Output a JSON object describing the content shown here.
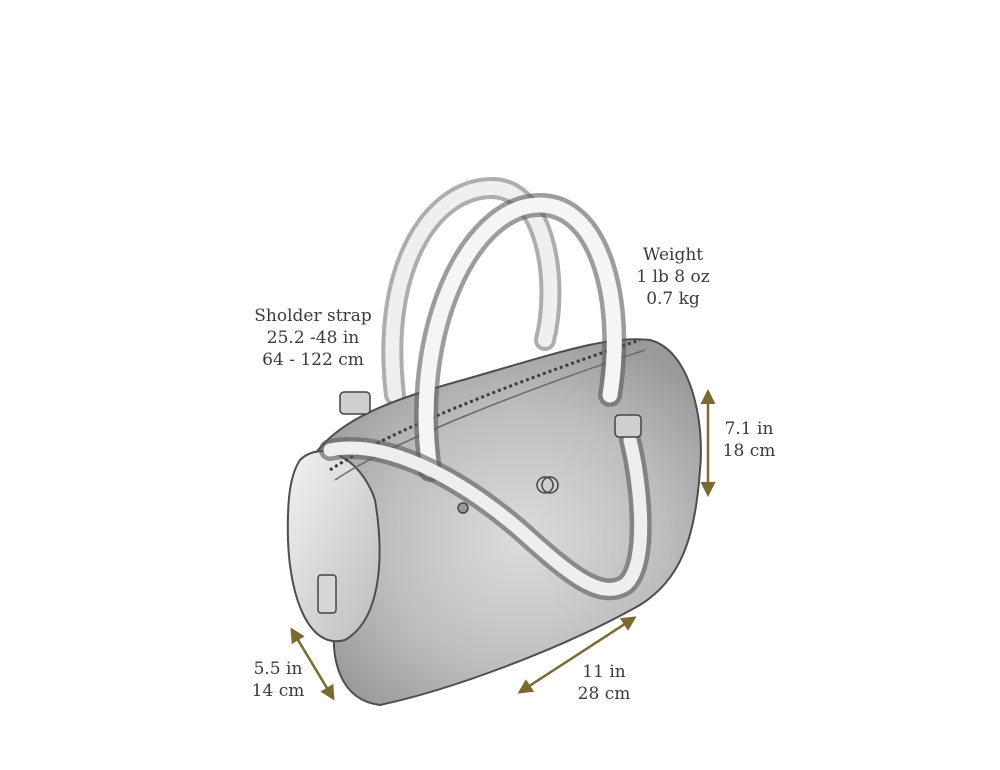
{
  "labels": {
    "strap": {
      "title": "Sholder strap",
      "in": "25.2 -48 in",
      "cm": "64 - 122 cm"
    },
    "weight": {
      "title": "Weight",
      "lb": "1 lb 8 oz",
      "kg": "0.7 kg"
    },
    "height": {
      "in": "7.1 in",
      "cm": "18 cm"
    },
    "depth": {
      "in": "5.5 in",
      "cm": "14 cm"
    },
    "width": {
      "in": "11 in",
      "cm": "28 cm"
    }
  },
  "colors": {
    "arrow": "#7a6a2e",
    "sketch": "#555555",
    "text": "#3b3b3b"
  }
}
